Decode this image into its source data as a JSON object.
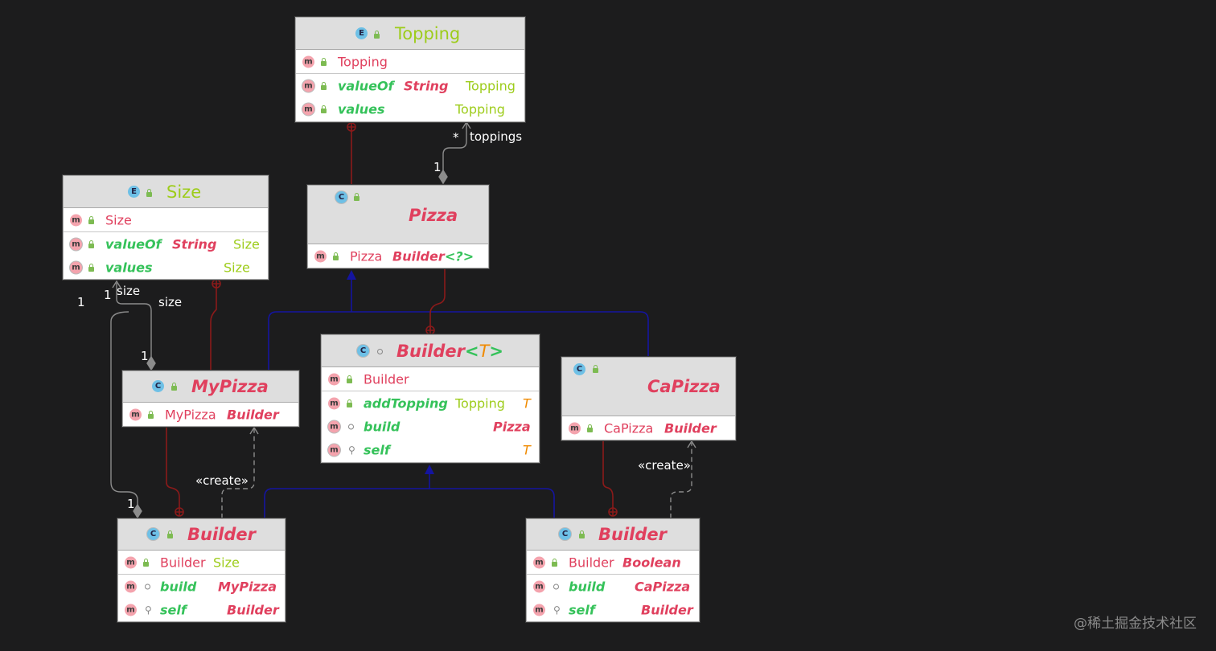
{
  "diagram": {
    "nodes": {
      "topping": {
        "kind": "E",
        "title": "Topping",
        "constructor": "Topping",
        "methods": [
          {
            "name": "valueOf",
            "param": "String",
            "ret": "Topping"
          },
          {
            "name": "values",
            "ret": "Topping"
          }
        ]
      },
      "size": {
        "kind": "E",
        "title": "Size",
        "constructor": "Size",
        "methods": [
          {
            "name": "valueOf",
            "param": "String",
            "ret": "Size"
          },
          {
            "name": "values",
            "ret": "Size"
          }
        ]
      },
      "pizza": {
        "kind": "C",
        "title": "Pizza",
        "constructor": "Pizza",
        "constructor_param": "Builder",
        "constructor_generic": "<?>"
      },
      "pizza_builder": {
        "kind": "C",
        "title": "Builder",
        "generic_open": "<",
        "generic_param": "T",
        "generic_close": ">",
        "constructor": "Builder",
        "methods": [
          {
            "name": "addTopping",
            "param": "Topping",
            "ret": "T"
          },
          {
            "name": "build",
            "ret": "Pizza"
          },
          {
            "name": "self",
            "ret": "T"
          }
        ]
      },
      "mypizza": {
        "kind": "C",
        "title": "MyPizza",
        "constructor": "MyPizza",
        "constructor_param": "Builder"
      },
      "capizza": {
        "kind": "C",
        "title": "CaPizza",
        "constructor": "CaPizza",
        "constructor_param": "Builder"
      },
      "mypizza_builder": {
        "kind": "C",
        "title": "Builder",
        "constructor": "Builder",
        "constructor_param": "Size",
        "methods": [
          {
            "name": "build",
            "ret": "MyPizza"
          },
          {
            "name": "self",
            "ret": "Builder"
          }
        ]
      },
      "capizza_builder": {
        "kind": "C",
        "title": "Builder",
        "constructor": "Builder",
        "constructor_param": "Boolean",
        "methods": [
          {
            "name": "build",
            "ret": "CaPizza"
          },
          {
            "name": "self",
            "ret": "Builder"
          }
        ]
      }
    },
    "badges": {
      "method": "m",
      "enum": "E",
      "class": "C"
    },
    "edge_labels": {
      "toppings_mult_many": "*",
      "toppings_name": "toppings",
      "toppings_mult_one": "1",
      "size_mult_left": "1",
      "size_mult_top": "1",
      "size_name_a": "size",
      "size_name_b": "size",
      "size_mult_mypizza": "1",
      "size_mult_builder": "1",
      "create_1": "«create»",
      "create_2": "«create»"
    },
    "colors": {
      "background": "#1c1c1d",
      "header": "#dedede",
      "inheritance": "#1414a0",
      "inner_class": "#8a1a1a",
      "association": "#8c8c8c",
      "class_name": "#e0405e",
      "enum_name": "#9dcc1a",
      "static_method": "#35c25a",
      "generic": "#f08a00"
    }
  },
  "watermark": "@稀土掘金技术社区"
}
